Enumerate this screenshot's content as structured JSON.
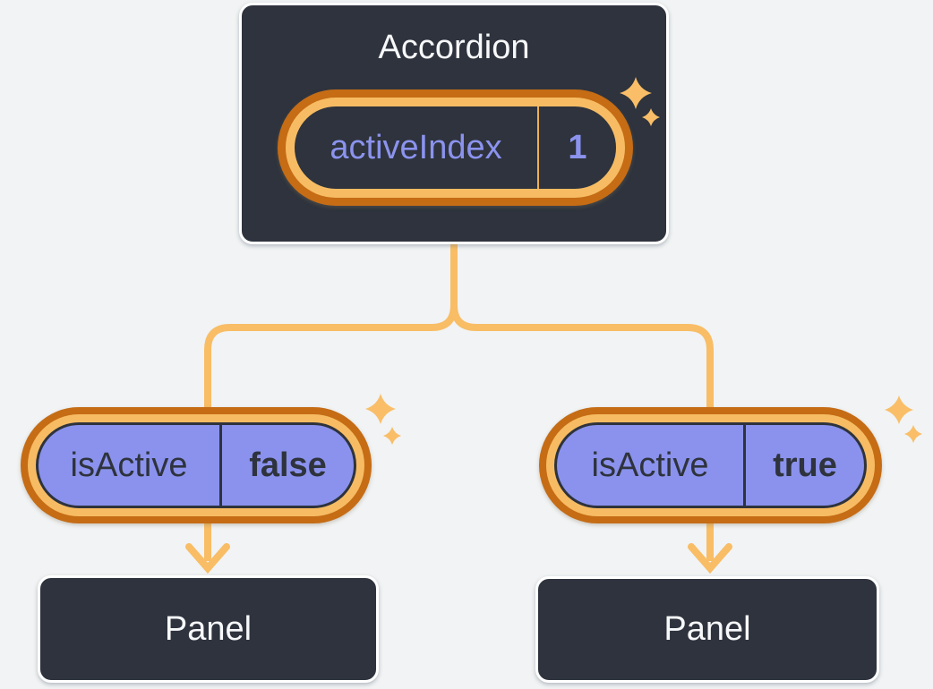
{
  "colors": {
    "background": "#f1f3f4",
    "box_fill": "#2e333d",
    "box_border": "#ffffff",
    "text_light": "#f7f8fa",
    "purple_fill": "#8a92ed",
    "purple_text": "#8b93ee",
    "dark_text": "#2e333d",
    "ring_outer": "#c56c15",
    "ring_inner": "#f7bc63",
    "connector": "#f8bd65",
    "sparkle": "#f9be67",
    "divider_orange": "#eab157"
  },
  "accordion": {
    "title": "Accordion",
    "state": {
      "name": "activeIndex",
      "value": "1"
    }
  },
  "children": [
    {
      "prop": {
        "name": "isActive",
        "value": "false"
      },
      "panel_label": "Panel"
    },
    {
      "prop": {
        "name": "isActive",
        "value": "true"
      },
      "panel_label": "Panel"
    }
  ]
}
